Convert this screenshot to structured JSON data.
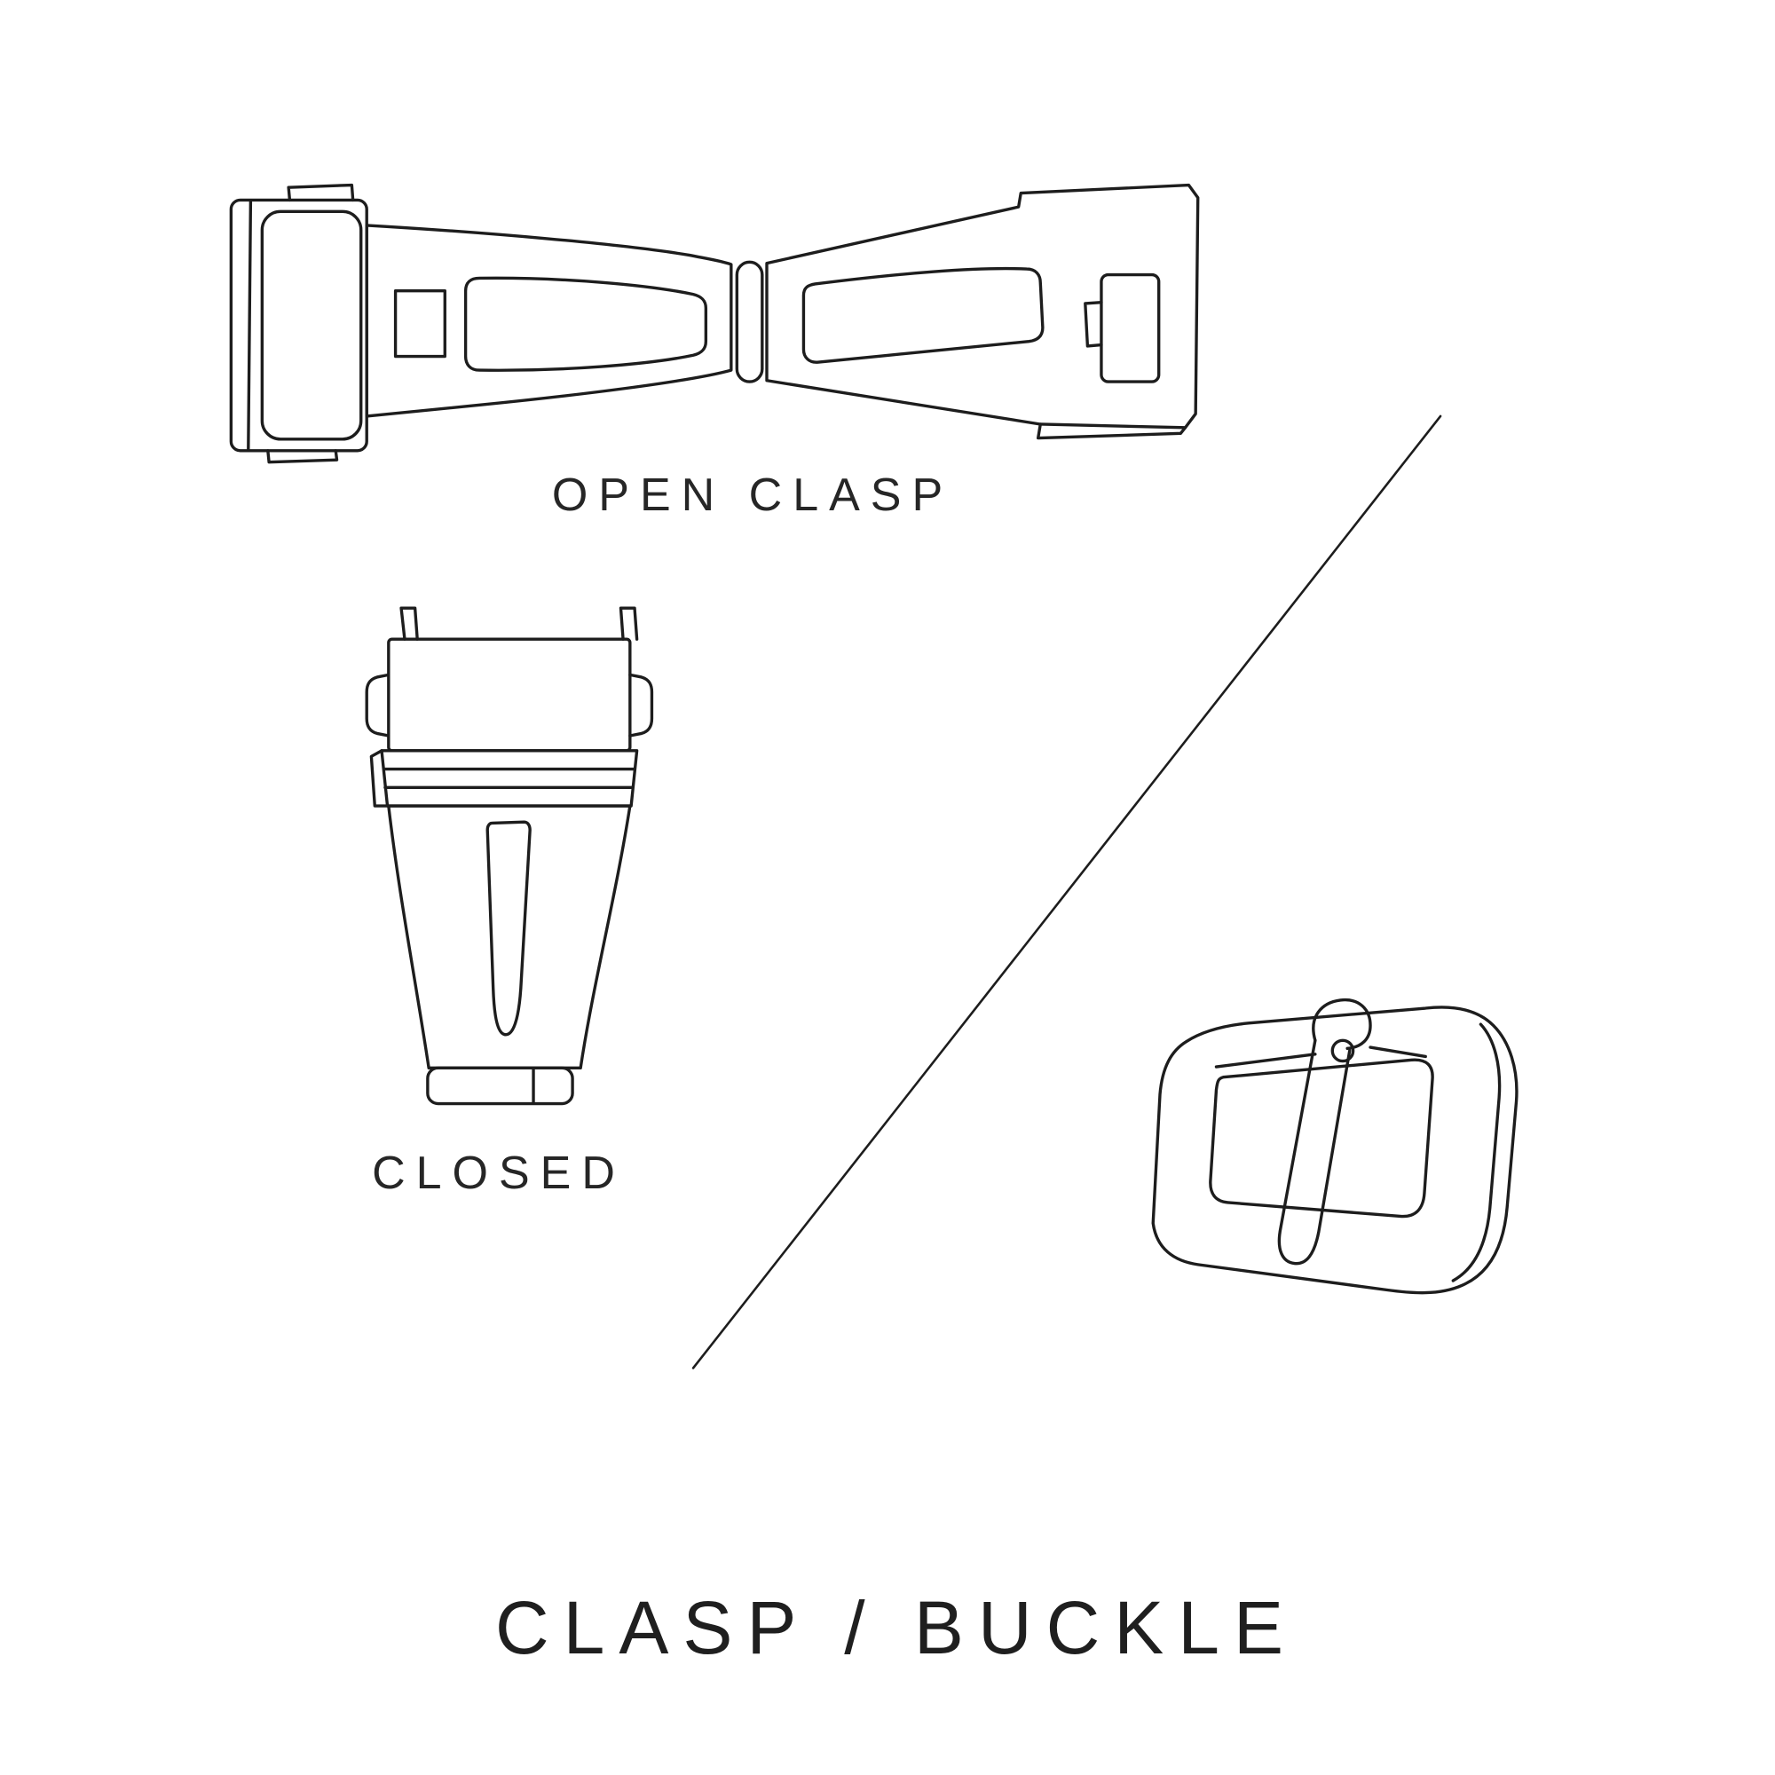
{
  "canvas": {
    "background": "#ffffff",
    "line_color": "#1d1d1d",
    "text_color": "#262626"
  },
  "labels": {
    "open_clasp": "OPEN CLASP",
    "closed": "CLOSED",
    "title": "CLASP / BUCKLE"
  },
  "illustrations": {
    "open_clasp": "open-clasp-drawing",
    "closed_clasp": "closed-clasp-drawing",
    "divider": "diagonal-divider-line",
    "buckle": "tang-buckle-drawing"
  }
}
